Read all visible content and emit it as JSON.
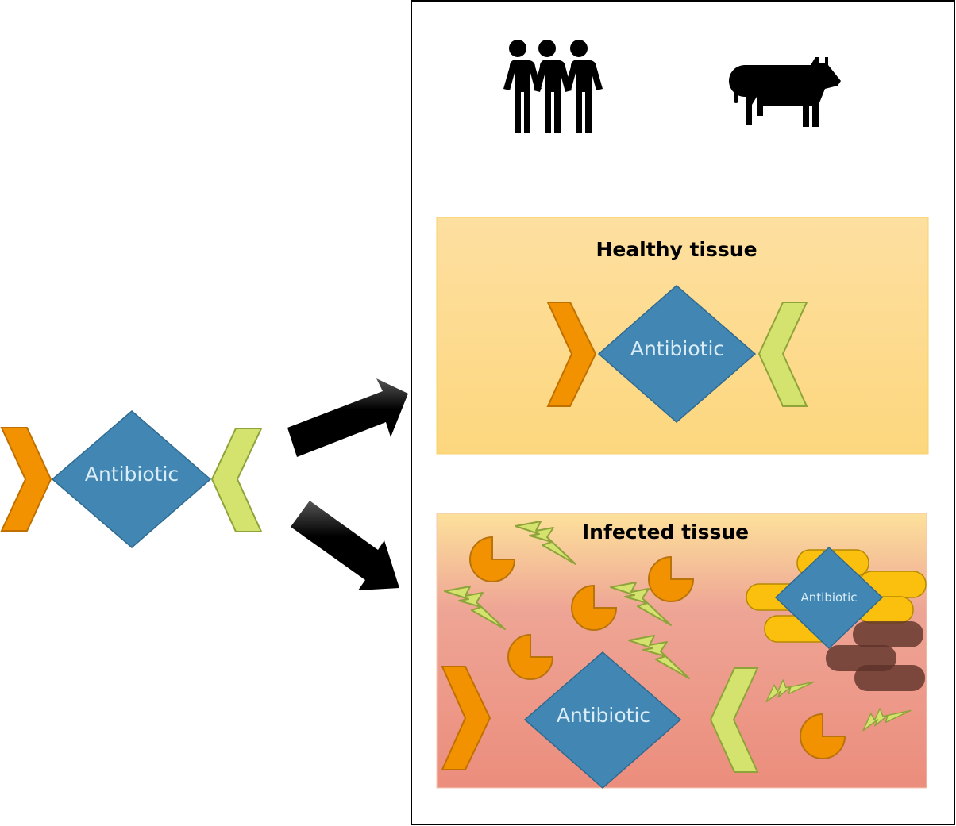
{
  "diagram": {
    "source_drug": {
      "label": "Antibiotic"
    },
    "panel": {
      "icons": [
        "people-group-icon",
        "cow-icon"
      ],
      "healthy": {
        "title": "Healthy tissue",
        "drug_label": "Antibiotic"
      },
      "infected": {
        "title": "Infected tissue",
        "drug_label": "Antibiotic",
        "bacteria_drug_label": "Antibiotic"
      }
    },
    "colors": {
      "drug": "#4287b3",
      "left_chevron": "#f39200",
      "right_chevron": "#d4e26e",
      "healthy_bg": "#fddc8c",
      "infected_top": "#fde09a",
      "infected_bottom": "#ec8b7c",
      "bacteria_yellow": "#fbbf0e",
      "bacteria_brown": "#5e3229"
    }
  }
}
